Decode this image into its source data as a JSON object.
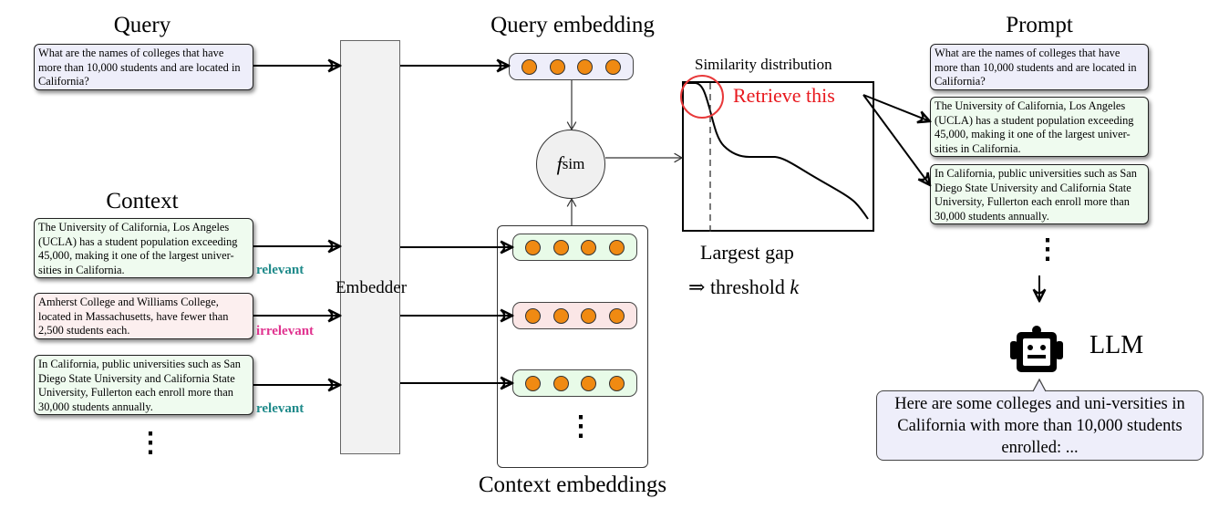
{
  "headings": {
    "query": "Query",
    "context": "Context",
    "query_embedding": "Query embedding",
    "context_embeddings": "Context embeddings",
    "prompt": "Prompt",
    "similarity_distribution": "Similarity distribution"
  },
  "query": {
    "text": "What are the names of colleges that have more than 10,000 students and are located in California?"
  },
  "context": {
    "items": [
      {
        "text": "The University of California, Los Angeles (UCLA) has a student population exceeding 45,000, making it one of the largest univer-sities in California.",
        "label": "relevant",
        "relevance": "relevant"
      },
      {
        "text": "Amherst College and Williams College, located in Massachusetts, have fewer than 2,500 students each.",
        "label": "irrelevant",
        "relevance": "irrelevant"
      },
      {
        "text": "In California, public universities such as San Diego State University and California State University, Fullerton each enroll more than 30,000 students annually.",
        "label": "relevant",
        "relevance": "relevant"
      }
    ],
    "ellipsis": "⋮"
  },
  "embedder": {
    "label": "Embedder"
  },
  "embeddings": {
    "dims": 4,
    "dot_color": "#f08a12",
    "ellipsis": "⋮"
  },
  "similarity": {
    "function_symbol": "f",
    "function_subscript": "sim",
    "annotation": "Retrieve this",
    "annotation_color": "#e8191e",
    "gap_label": "Largest gap",
    "threshold_arrow": "⇒",
    "threshold_text": "threshold",
    "threshold_var": "k"
  },
  "prompt": {
    "items": [
      {
        "text": "What are the names of colleges that have more than 10,000 students and are located in California?",
        "kind": "query"
      },
      {
        "text": "The University of California, Los Angeles (UCLA) has a student population exceeding 45,000, making it one of the largest univer-sities in California.",
        "kind": "relevant"
      },
      {
        "text": "In California, public universities such as San Diego State University and California State University, Fullerton each enroll more than 30,000 students annually.",
        "kind": "relevant"
      }
    ],
    "ellipsis": "⋮"
  },
  "llm": {
    "label": "LLM",
    "icon": "robot-icon",
    "response": "Here are some colleges and uni-versities in California with more than 10,000 students enrolled: ..."
  },
  "colors": {
    "query_fill": "#eeeefa",
    "relevant_fill": "#effbef",
    "irrelevant_fill": "#fcefef",
    "relevant_label": "#1f8a8a",
    "irrelevant_label": "#e0338f"
  }
}
